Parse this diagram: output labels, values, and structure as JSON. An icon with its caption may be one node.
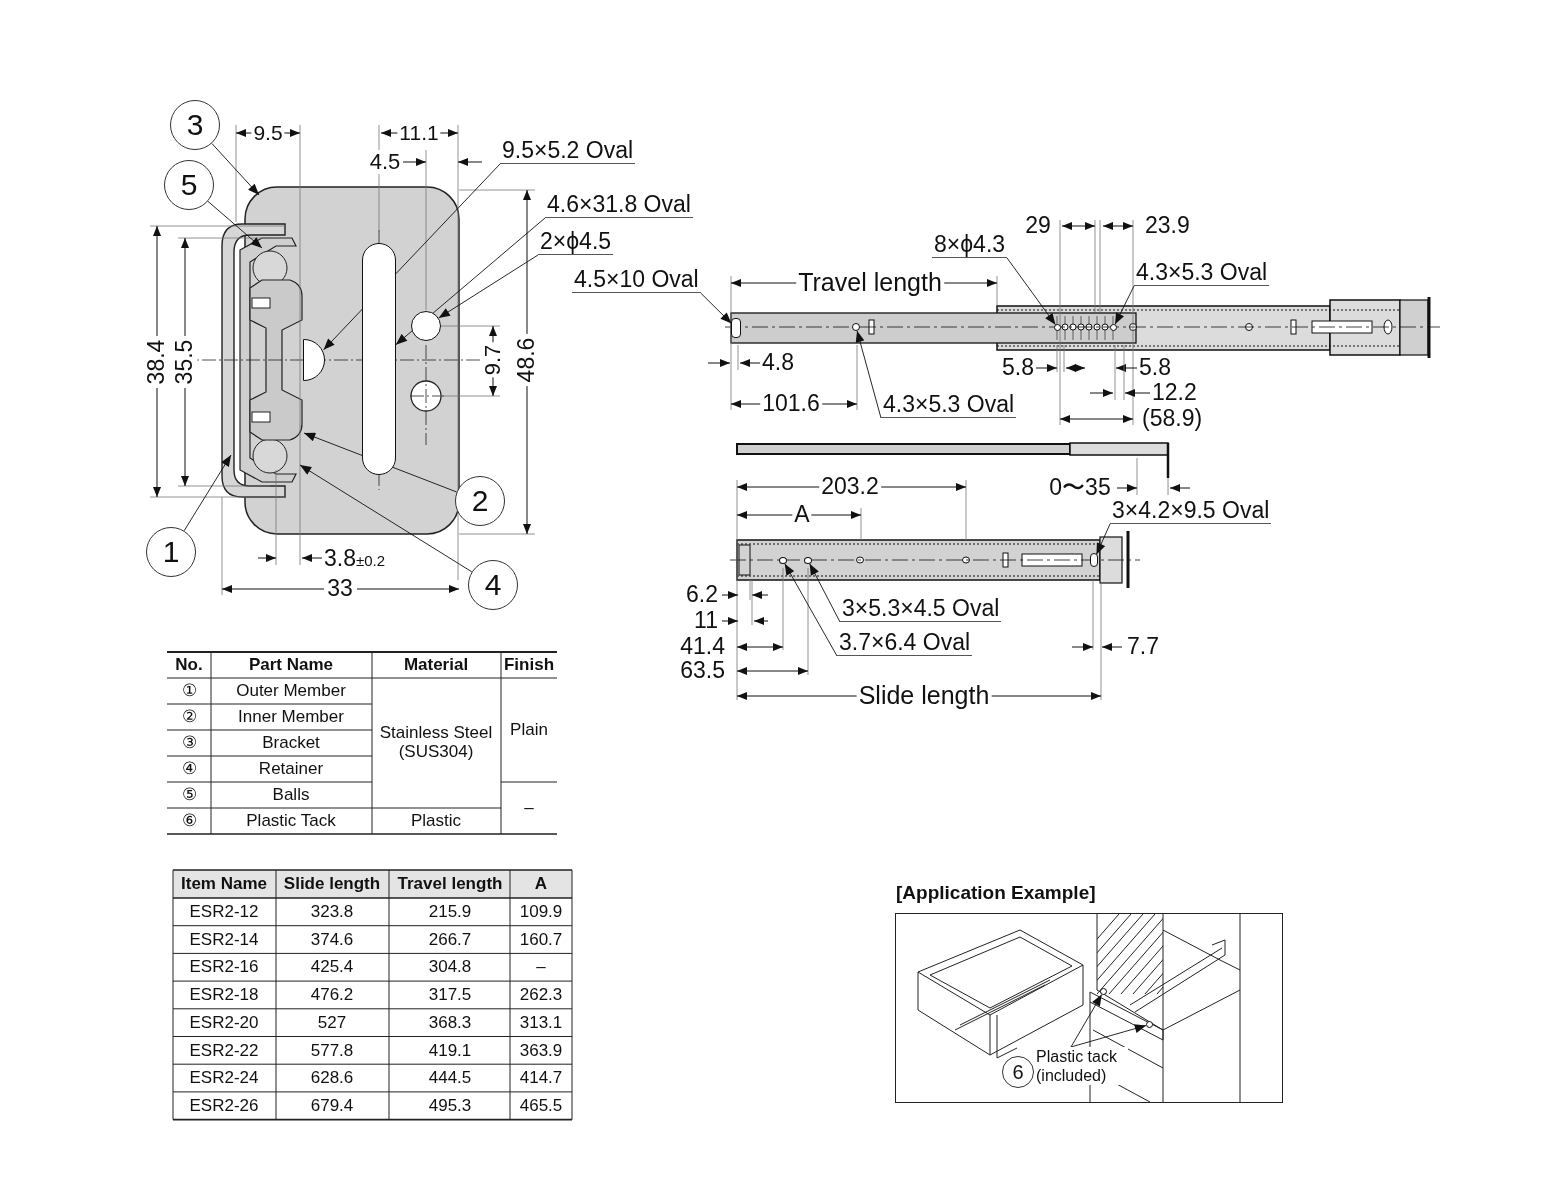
{
  "diagram": {
    "nodes": [
      {
        "text": [
          "3"
        ]
      },
      {
        "text": [
          "5"
        ]
      },
      {
        "text": [
          "1"
        ]
      },
      {
        "text": [
          "2"
        ]
      },
      {
        "text": [
          "4"
        ]
      },
      {
        "text": [
          "9.5×5.2 Oval"
        ]
      },
      {
        "text": [
          "4.6×31.8 Oval"
        ]
      },
      {
        "text": [
          "2×ϕ4.5"
        ]
      },
      {
        "text": [
          "4.5×10 Oval"
        ]
      },
      {
        "text": [
          "8×ϕ4.3"
        ]
      },
      {
        "text": [
          "4.3×5.3 Oval"
        ]
      },
      {
        "text": [
          "4.3×5.3 Oval"
        ]
      },
      {
        "text": [
          "3×4.2×9.5 Oval"
        ]
      },
      {
        "text": [
          "3×5.3×4.5 Oval"
        ]
      },
      {
        "text": [
          "3.7×6.4 Oval"
        ]
      },
      {
        "text": [
          "[Application Example]"
        ]
      },
      {
        "text": [
          "Plastic tack (included)"
        ],
        "in": 15,
        "beside": [
          "6"
        ]
      },
      {
        "text": [],
        "shape": "circle"
      },
      {
        "text": [],
        "shape": "oval"
      },
      {
        "text": [],
        "shape": "circle"
      },
      {
        "text": [],
        "shape": "oval"
      },
      {
        "text": [],
        "shape": "circle"
      },
      {
        "text": [],
        "shape": "circle"
      },
      {
        "text": [],
        "shape": "circle"
      },
      {
        "text": [],
        "shape": "circle"
      },
      {
        "text": [],
        "shape": "circle"
      },
      {
        "text": [],
        "shape": "oval"
      },
      {
        "text": [],
        "shape": "circle",
        "in": 15
      },
      {
        "text": [],
        "shape": "circle",
        "in": 15
      }
    ],
    "edges": [
      {
        "from": 0,
        "to": null,
        "arrow": "to"
      },
      {
        "from": 1,
        "to": null,
        "arrow": "to"
      },
      {
        "from": 2,
        "to": null,
        "arrow": "to"
      },
      {
        "from": 3,
        "to": null,
        "arrow": "to"
      },
      {
        "from": 4,
        "to": null,
        "arrow": "to"
      },
      {
        "from": 5,
        "to": 17,
        "arrow": "to"
      },
      {
        "from": 6,
        "to": 18,
        "arrow": "to"
      },
      {
        "from": 7,
        "to": 19,
        "arrow": "to"
      },
      {
        "from": 8,
        "to": 20,
        "arrow": "to"
      },
      {
        "from": 9,
        "to": 22,
        "arrow": "to"
      },
      {
        "from": 10,
        "to": 23,
        "arrow": "to"
      },
      {
        "from": 11,
        "to": 21,
        "arrow": "to"
      },
      {
        "from": 12,
        "to": 26,
        "arrow": "to"
      },
      {
        "from": 13,
        "to": 25,
        "arrow": "to"
      },
      {
        "from": 14,
        "to": 24,
        "arrow": "to"
      },
      {
        "from": 16,
        "to": 27,
        "arrow": "to"
      },
      {
        "from": 16,
        "to": 28,
        "arrow": "to"
      }
    ],
    "labels": [
      "9.5",
      "11.1",
      "4.5",
      "38.4",
      "35.5",
      "9.7",
      "48.6",
      "3.8$_{±0.2}$",
      "33",
      "29",
      "23.9",
      "Travel length",
      "4.8",
      "5.8",
      "5.8",
      "12.2",
      "(58.9)",
      "101.6",
      "203.2",
      "A",
      "0〜35",
      "6.2",
      "11",
      "41.4",
      "63.5",
      "7.7",
      "Slide length",
      "No.",
      "Part Name",
      "Material",
      "Finish",
      "①",
      "Outer Member",
      "Stainless Steel (SUS304)",
      "Plain",
      "②",
      "Inner Member",
      "③",
      "Bracket",
      "④",
      "Retainer",
      "⑤",
      "Balls",
      "–",
      "⑥",
      "Plastic Tack",
      "Plastic",
      "Item Name",
      "Slide length",
      "Travel length",
      "A",
      "ESR2-12",
      "323.8",
      "215.9",
      "109.9",
      "ESR2-14",
      "374.6",
      "266.7",
      "160.7",
      "ESR2-16",
      "425.4",
      "304.8",
      "–",
      "ESR2-18",
      "476.2",
      "317.5",
      "262.3",
      "ESR2-20",
      "527",
      "368.3",
      "313.1",
      "ESR2-22",
      "577.8",
      "419.1",
      "363.9",
      "ESR2-24",
      "628.6",
      "444.5",
      "414.7",
      "ESR2-26",
      "679.4",
      "495.3",
      "465.5"
    ]
  }
}
